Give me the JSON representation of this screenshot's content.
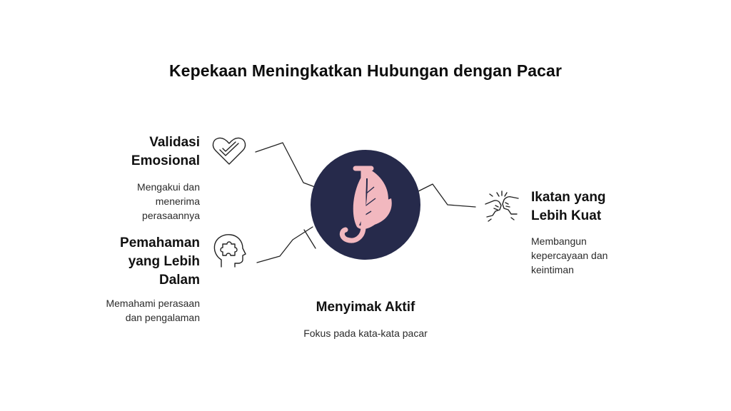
{
  "title": "Kepekaan Meningkatkan Hubungan dengan Pacar",
  "colors": {
    "circle": "#262a4b",
    "leaf": "#f2b8bf",
    "line": "#222222"
  },
  "items": {
    "validasi": {
      "title_lines": [
        "Validasi",
        "Emosional"
      ],
      "desc_lines": [
        "Mengakui dan",
        "menerima",
        "perasaannya"
      ],
      "icon": "heart-check-icon"
    },
    "pemahaman": {
      "title_lines": [
        "Pemahaman",
        "yang Lebih",
        "Dalam"
      ],
      "desc_lines": [
        "Memahami perasaan",
        "dan pengalaman"
      ],
      "icon": "head-puzzle-icon"
    },
    "ikatan": {
      "title_lines": [
        "Ikatan yang",
        "Lebih Kuat"
      ],
      "desc_lines": [
        "Membangun",
        "kepercayaan dan",
        "keintiman"
      ],
      "icon": "fist-bump-icon"
    },
    "menyimak": {
      "title": "Menyimak Aktif",
      "desc": "Fokus pada kata-kata pacar"
    }
  },
  "center_logo": "leaf-j-logo-icon"
}
